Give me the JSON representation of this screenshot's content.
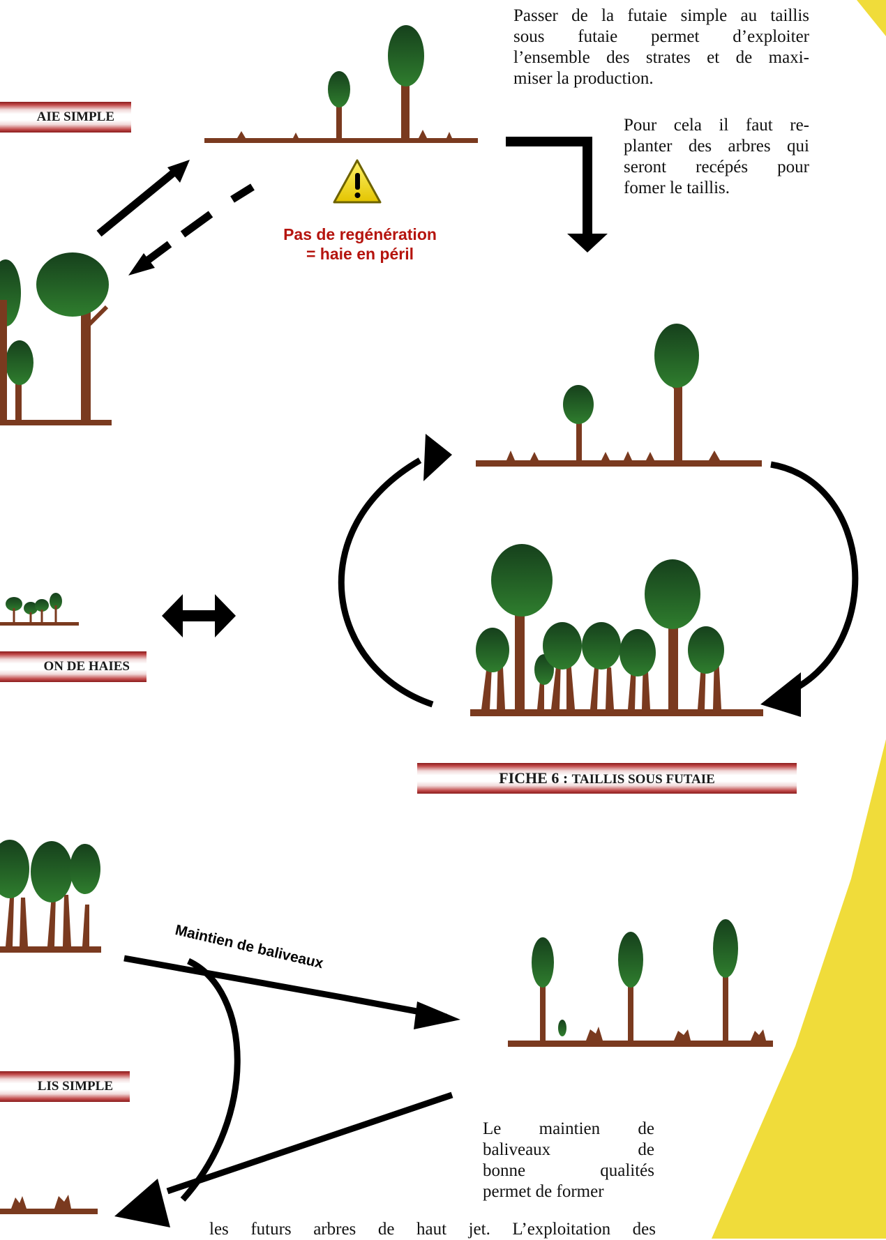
{
  "paragraphs": {
    "top_lines": [
      "Passer de la futaie simple au taillis",
      "sous futaie permet d’exploiter",
      "l’ensemble des strates et de maxi-",
      "miser la production."
    ],
    "replant_lines": [
      "Pour cela il faut re-",
      "planter des arbres qui",
      "seront recépés pour",
      "fomer le taillis."
    ],
    "bottom_lines": [
      "Le maintien de",
      "baliveaux de",
      "bonne qualités",
      "permet de former"
    ],
    "bottom_last_line": "les futurs arbres de haut jet. L’exploitation des"
  },
  "warning": {
    "line1": "Pas de regénération",
    "line2": "= haie en péril",
    "icon": "warning-triangle-icon"
  },
  "banners": {
    "futaie_simple": "AIE SIMPLE",
    "haies": "ON DE HAIES",
    "fiche6_prefix": "FICHE 6 : ",
    "fiche6_title": "TAILLIS SOUS FUTAIE",
    "taillis_simple": "LIS SIMPLE"
  },
  "arrow_label": "Maintien de baliveaux",
  "colors": {
    "trunk": "#7a3a1f",
    "foliage_dark": "#163f1a",
    "foliage_light": "#2f7a2c",
    "arrow": "#000000",
    "yellow": "#f0dc3a",
    "warning_red": "#b5140e"
  }
}
